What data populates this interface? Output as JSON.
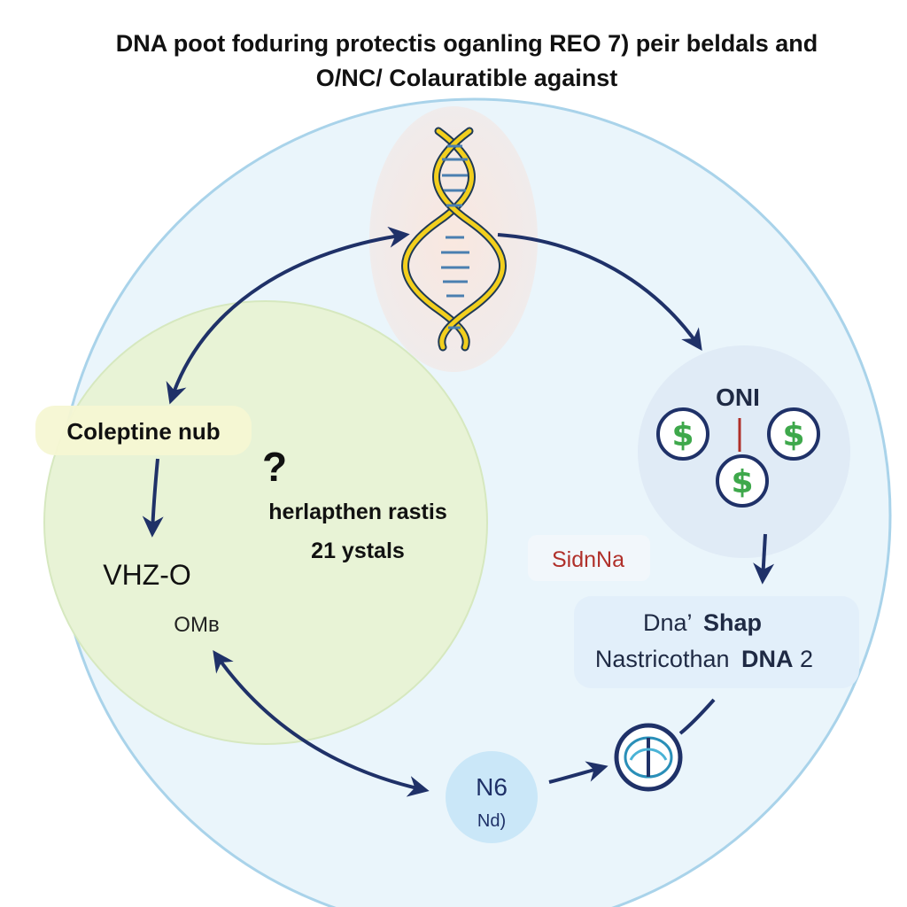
{
  "title": {
    "line1": "DNA poot foduring protectis oganling REO 7) peir beldals and",
    "line2": "O/NC/ Colauratible against"
  },
  "labels": {
    "coleptine": "Coleptine nub",
    "question": "?",
    "herlapthen": "herlapthen rastis",
    "ystals": "21 ystals",
    "vhz": "VHZ-O",
    "oms": "OMв",
    "oni": "ONI",
    "sidnna": "SidnNa",
    "dna_shap_prefix": "Dna’",
    "dna_shap_bold": "Shap",
    "nastricothan_prefix": "Nastricothan",
    "nastricothan_bold": "DNA",
    "nastricothan_suffix": "2",
    "n6": "N6",
    "nd": "Nd)"
  },
  "icons": {
    "dna_helix": "dna-helix-icon",
    "dollar": "dollar-coin-icon",
    "target": "circular-dna-icon"
  },
  "colors": {
    "arrow": "#1f3168",
    "outer_circle_fill": "#eaf5fb",
    "outer_circle_stroke": "#a9d3ea",
    "green_circle_fill": "#e8f3d6",
    "dna_yellow": "#f2cf1d",
    "dollar_green": "#3ea84b",
    "coin_ring": "#1f3168",
    "sidnna_red": "#b0302a",
    "n6_fill": "#c7e6f7"
  }
}
